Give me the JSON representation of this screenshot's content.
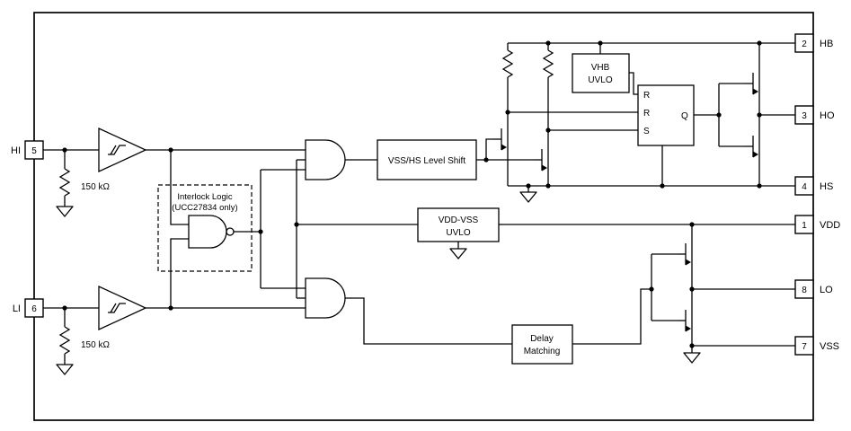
{
  "diagram": {
    "left_pins": [
      {
        "label": "HI",
        "number": "5"
      },
      {
        "label": "LI",
        "number": "6"
      }
    ],
    "right_pins": [
      {
        "label": "HB",
        "number": "2"
      },
      {
        "label": "HO",
        "number": "3"
      },
      {
        "label": "HS",
        "number": "4"
      },
      {
        "label": "VDD",
        "number": "1"
      },
      {
        "label": "LO",
        "number": "8"
      },
      {
        "label": "VSS",
        "number": "7"
      }
    ],
    "blocks": {
      "interlock": {
        "line1": "Interlock Logic",
        "line2": "(UCC27834 only)"
      },
      "level_shift": {
        "label": "VSS/HS Level Shift"
      },
      "vhb_uvlo": {
        "line1": "VHB",
        "line2": "UVLO"
      },
      "vdd_uvlo": {
        "line1": "VDD-VSS",
        "line2": "UVLO"
      },
      "delay": {
        "line1": "Delay",
        "line2": "Matching"
      }
    },
    "latch": {
      "r1": "R",
      "r2": "R",
      "s": "S",
      "q": "Q"
    },
    "resistors": {
      "hi": "150 kΩ",
      "li": "150 kΩ"
    },
    "colors": {
      "line": "#000000",
      "background": "#ffffff"
    }
  }
}
